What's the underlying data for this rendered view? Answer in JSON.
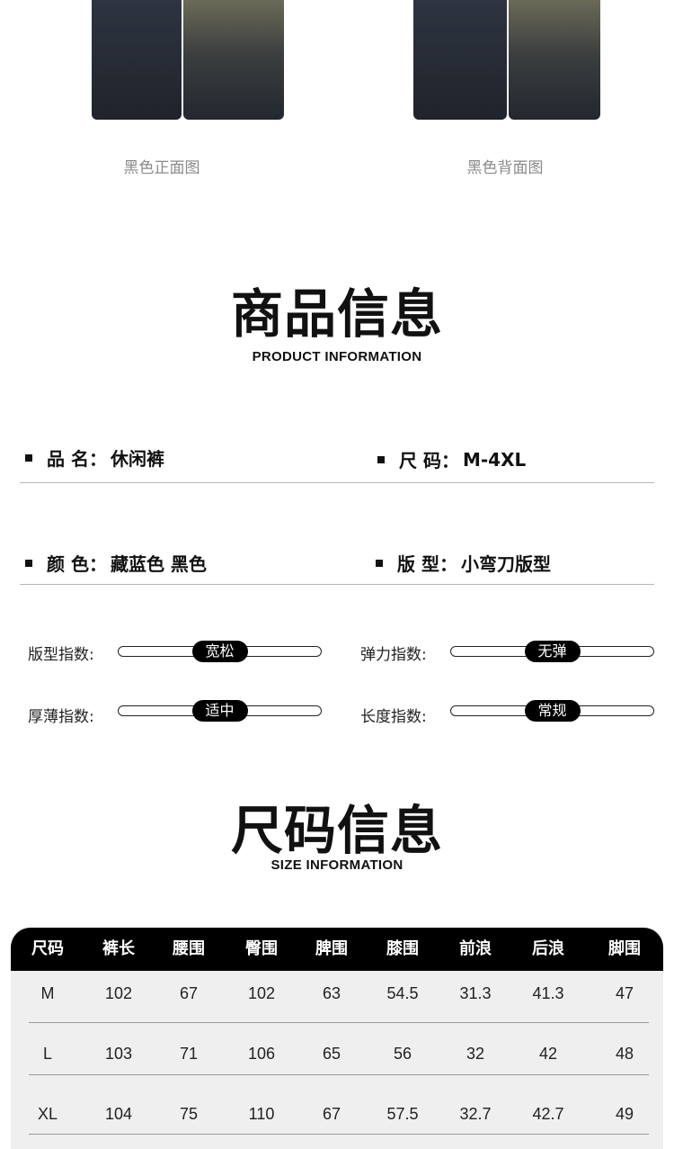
{
  "photos": {
    "front_caption": "黑色正面图",
    "back_caption": "黑色背面图"
  },
  "product_section": {
    "title": "商品信息",
    "subtitle": "PRODUCT INFORMATION",
    "fields": [
      {
        "label": "品 名：",
        "value": "休闲裤"
      },
      {
        "label": "尺 码：",
        "value": "M-4XL"
      },
      {
        "label": "颜 色：",
        "value": "藏蓝色 黑色"
      },
      {
        "label": "版 型：",
        "value": "小弯刀版型"
      }
    ],
    "indices": [
      {
        "label": "版型指数:",
        "value": "宽松",
        "level": 0.5
      },
      {
        "label": "弹力指数:",
        "value": "无弹",
        "level": 0.5
      },
      {
        "label": "厚薄指数:",
        "value": "适中",
        "level": 0.5
      },
      {
        "label": "长度指数:",
        "value": "常规",
        "level": 0.5
      }
    ]
  },
  "size_section": {
    "title": "尺码信息",
    "subtitle": "SIZE INFORMATION",
    "headers": [
      "尺码",
      "裤长",
      "腰围",
      "臀围",
      "脾围",
      "膝围",
      "前浪",
      "后浪",
      "脚围"
    ],
    "rows": [
      [
        "M",
        "102",
        "67",
        "102",
        "63",
        "54.5",
        "31.3",
        "41.3",
        "47"
      ],
      [
        "L",
        "103",
        "71",
        "106",
        "65",
        "56",
        "32",
        "42",
        "48"
      ],
      [
        "XL",
        "104",
        "75",
        "110",
        "67",
        "57.5",
        "32.7",
        "42.7",
        "49"
      ]
    ]
  }
}
